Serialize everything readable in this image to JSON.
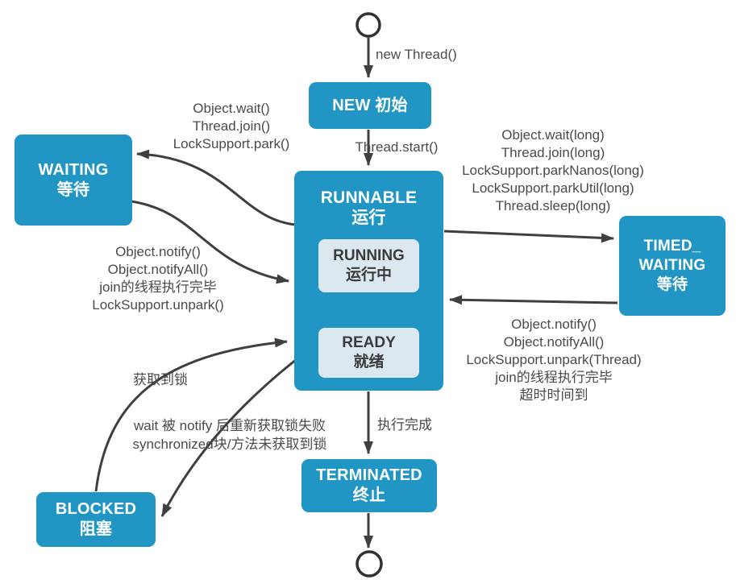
{
  "diagram": {
    "topic": "Java thread state transitions",
    "colors": {
      "node_fill": "#2195C3",
      "node_text": "#FFFFFF",
      "subnode_fill": "#DBE8F0",
      "subnode_text": "#3B3B3B",
      "arrow": "#3F3F3F",
      "label_text": "#4A4A4A",
      "inner_arrow": "#F7F07D",
      "background": "#FFFFFF"
    }
  },
  "nodes": {
    "new": {
      "line1": "NEW 初始"
    },
    "runnable": {
      "line1": "RUNNABLE",
      "line2": "运行"
    },
    "running": {
      "line1": "RUNNING",
      "line2": "运行中"
    },
    "ready": {
      "line1": "READY",
      "line2": "就绪"
    },
    "waiting": {
      "line1": "WAITING",
      "line2": "等待"
    },
    "timed_waiting": {
      "line1": "TIMED_",
      "line2": "WAITING",
      "line3": "等待"
    },
    "blocked": {
      "line1": "BLOCKED",
      "line2": "阻塞"
    },
    "terminated": {
      "line1": "TERMINATED",
      "line2": "终止"
    }
  },
  "edges": {
    "start_to_new": "new Thread()",
    "new_to_runnable": "Thread.start()",
    "runnable_to_waiting": [
      "Object.wait()",
      "Thread.join()",
      "LockSupport.park()"
    ],
    "waiting_to_runnable": [
      "Object.notify()",
      "Object.notifyAll()",
      "join的线程执行完毕",
      "LockSupport.unpark()"
    ],
    "runnable_to_timed_waiting": [
      "Object.wait(long)",
      "Thread.join(long)",
      "LockSupport.parkNanos(long)",
      "LockSupport.parkUtil(long)",
      "Thread.sleep(long)"
    ],
    "timed_waiting_to_runnable": [
      "Object.notify()",
      "Object.notifyAll()",
      "LockSupport.unpark(Thread)",
      "join的线程执行完毕",
      "超时时间到"
    ],
    "blocked_to_runnable": "获取到锁",
    "runnable_to_blocked": [
      "wait 被 notify 后重新获取锁失败",
      "synchronized块/方法未获取到锁"
    ],
    "runnable_to_terminated": "执行完成"
  }
}
